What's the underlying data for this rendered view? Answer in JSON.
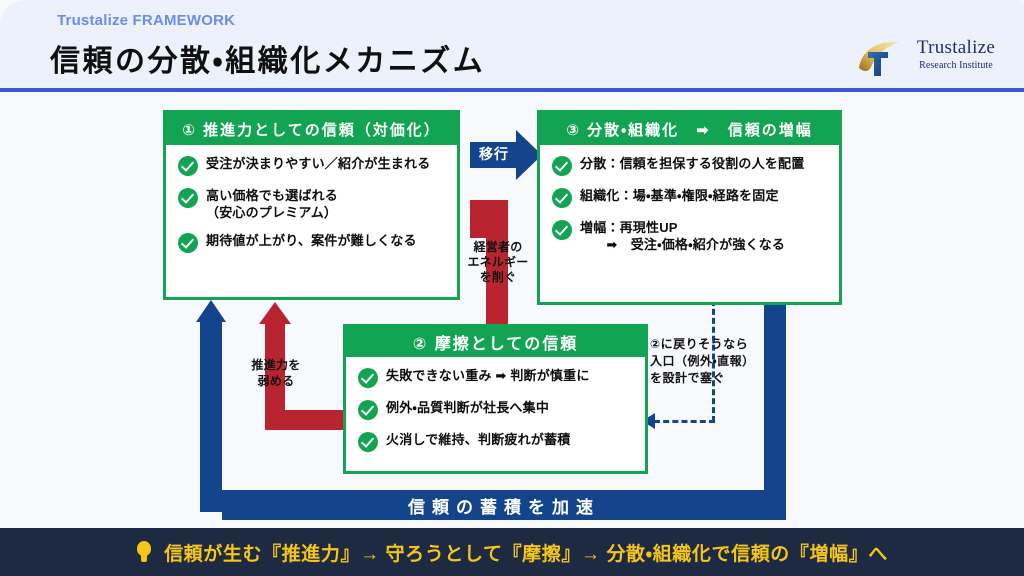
{
  "header": {
    "eyebrow": "Trustalize FRAMEWORK",
    "title": "信頼の分散・組織化メカニズム",
    "logo": {
      "name": "Trustalize",
      "sub": "Research Institute",
      "mark": "swoosh-logo-icon"
    }
  },
  "colors": {
    "green": "#13A453",
    "navy": "#14448B",
    "red": "#B82530",
    "header_band": "#EDF1FC",
    "header_rule": "#3A56D4",
    "canvas_bg": "#F7F9FC",
    "footer_bg": "#1E2A42",
    "footer_text": "#F5C518",
    "eyebrow": "#6B8CE8",
    "logo_navy": "#1C2F6E"
  },
  "cards": [
    {
      "id": "card1",
      "heading": "① 推進力としての信頼（対価化）",
      "bullets": [
        "受注が決まりやすい／紹介が生まれる",
        "高い価格でも選ばれる\n（安心のプレミアム）",
        "期待値が上がり、案件が難しくなる"
      ]
    },
    {
      "id": "card2",
      "heading": "② 摩擦としての信頼",
      "bullets": [
        "失敗できない重み ➡ 判断が慎重に",
        "例外・品質判断が社長へ集中",
        "火消しで維持、判断疲れが蓄積"
      ]
    },
    {
      "id": "card3",
      "heading": "③ 分散・組織化　➡　信頼の増幅",
      "bullets": [
        "分散：信頼を担保する役割の人を配置",
        "組織化：場・基準・権限・経路を固定",
        "増幅：再現性UP\n　　➡　受注・価格・紹介が強くなる"
      ]
    }
  ],
  "connectors": {
    "transition_label": "移行",
    "drain_label": "経営者の\nエネルギー\nを削ぐ",
    "weaken_label": "推進力を\n弱める",
    "feedback_note": "②に戻りそうなら\n入口（例外・直報）\nを設計で塞ぐ"
  },
  "accelerate_band": "信頼の蓄積を加速",
  "footer": {
    "icon": "lightbulb-icon",
    "text": "信頼が生む『推進力』→ 守ろうとして『摩擦』→ 分散・組織化で信頼の『増幅』へ"
  }
}
